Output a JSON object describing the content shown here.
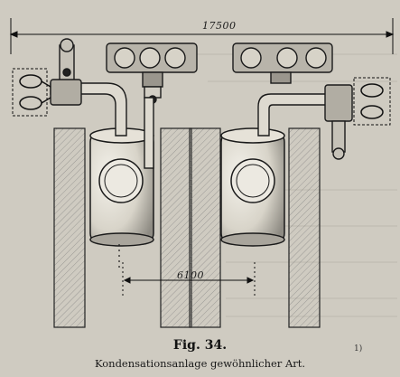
{
  "dimensions": {
    "top": "17500",
    "middle": "6100"
  },
  "figure": {
    "number": "Fig. 34.",
    "caption": "Kondensationsanlage gewöhnlicher Art.",
    "page_mark": "1)"
  }
}
